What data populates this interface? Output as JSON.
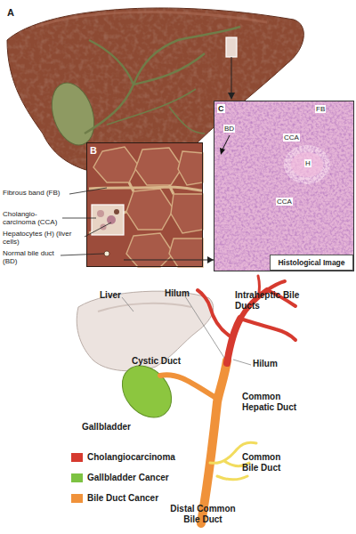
{
  "diagram": {
    "nodes": [
      {
        "text": [
          "B"
        ]
      },
      {
        "text": [
          "C"
        ]
      },
      {
        "text": [
          "Histological Image"
        ],
        "in": 1
      }
    ],
    "edges": [
      {
        "from": 0,
        "to": 1,
        "arrow": "to"
      }
    ],
    "labels": [
      "A",
      "Fibrous band (FB)",
      "Cholangio-carcinoma (CCA)",
      "Hepatocytes (H) (liver cells)",
      "Normal bile duct (BD)",
      "FB",
      "BD",
      "CCA",
      "H",
      "CCA",
      "Liver",
      "Hilum",
      "Intraheptic Bile Ducts",
      "Hilum",
      "Cystic Duct",
      "Common Hepatic Duct",
      "Gallbladder",
      "Common Bile Duct",
      "Distal Common Bile Duct"
    ],
    "legend": [
      {
        "text": "Cholangiocarcinoma",
        "color": "#d63a2f"
      },
      {
        "text": "Gallbladder Cancer",
        "color": "#7dc242"
      },
      {
        "text": "Bile Duct Cancer",
        "color": "#f0923a"
      }
    ]
  }
}
